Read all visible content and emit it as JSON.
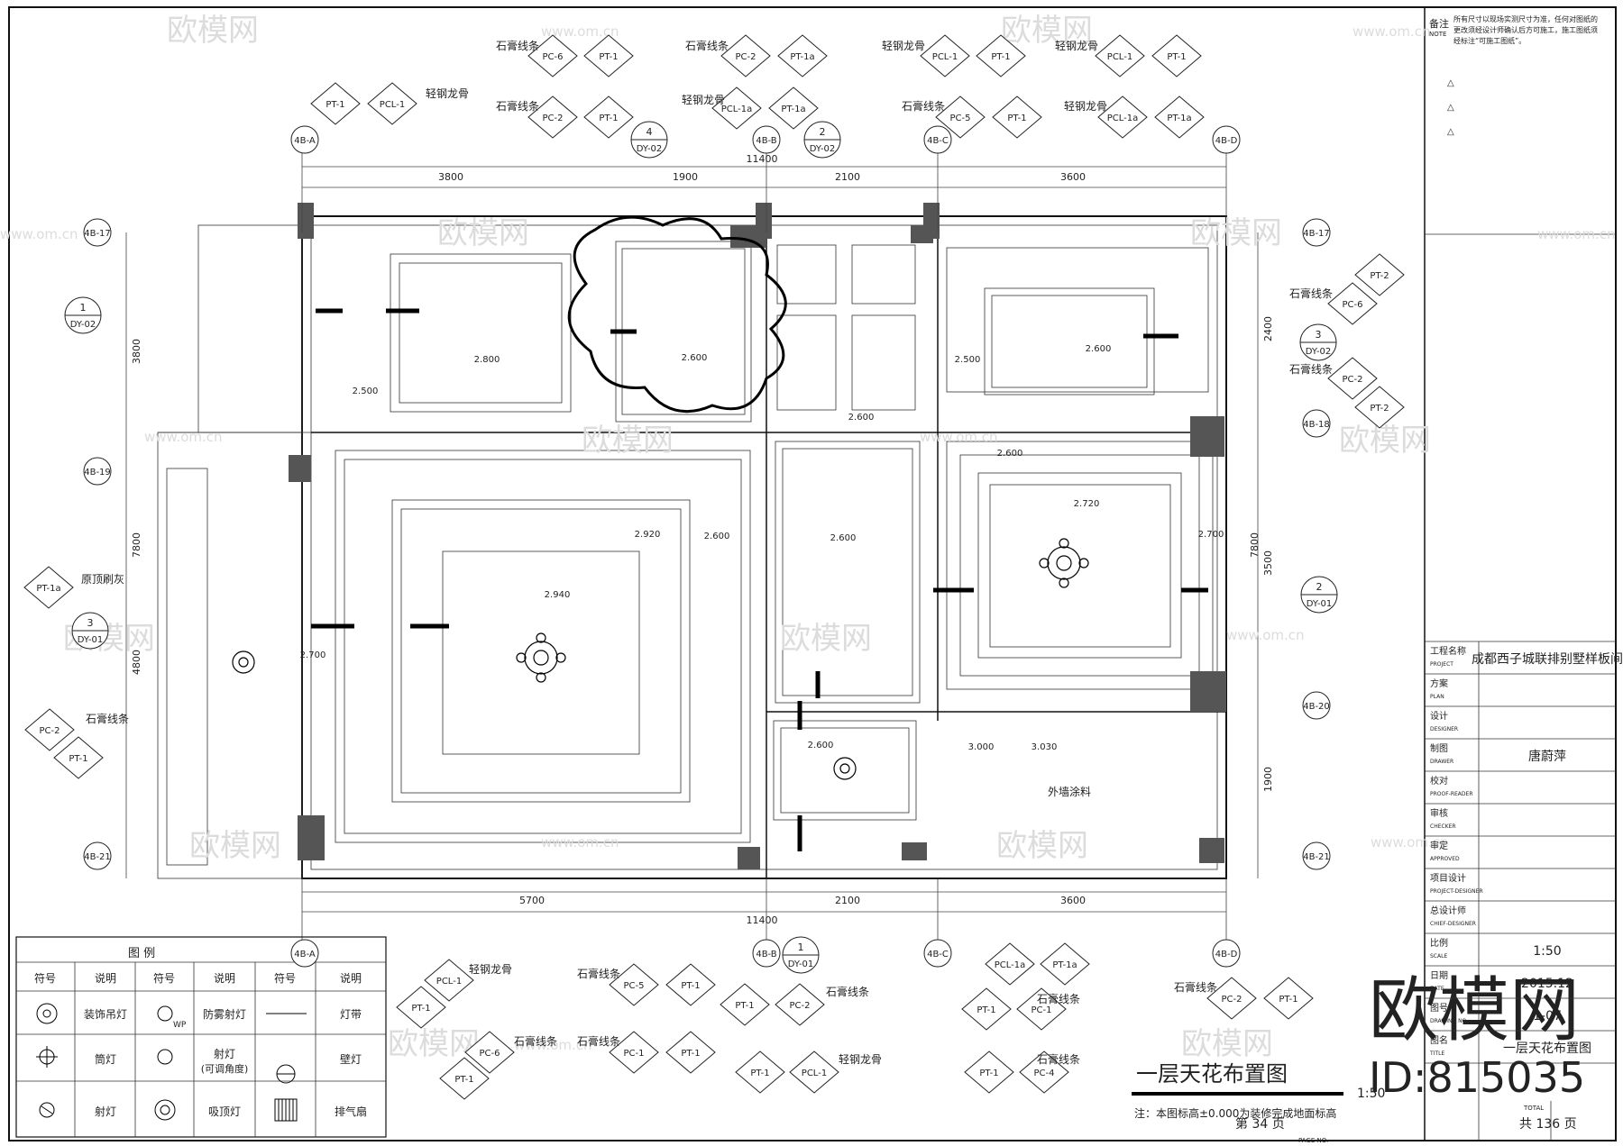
{
  "drawing": {
    "title": "一层天花布置图",
    "title_scale": "1:50",
    "note": "注：本图标高±0.000为装修完成地面标高"
  },
  "watermark": {
    "brand": "欧模网",
    "brand_large": "欧模网",
    "id": "ID:815035",
    "url": "www.om.cn"
  },
  "dimensions": {
    "top_total": "11400",
    "top": [
      "3800",
      "1900",
      "2100",
      "3600"
    ],
    "bottom_total": "11400",
    "bottom": [
      "5700",
      "2100",
      "3600"
    ],
    "left": [
      "3800",
      "7800",
      "4800"
    ],
    "right": [
      "2400",
      "3500",
      "7800",
      "1900"
    ]
  },
  "axes": {
    "top": [
      "4B-A",
      "4B-B",
      "4B-C",
      "4B-D"
    ],
    "bottom": [
      "4B-A",
      "4B-B",
      "4B-C",
      "4B-D"
    ],
    "left": [
      "4B-17",
      "4B-19",
      "4B-21"
    ],
    "right": [
      "4B-17",
      "4B-18",
      "4B-20",
      "4B-21"
    ]
  },
  "sections": [
    {
      "num": "4",
      "ref": "DY-02"
    },
    {
      "num": "2",
      "ref": "DY-02"
    },
    {
      "num": "1",
      "ref": "DY-02"
    },
    {
      "num": "3",
      "ref": "DY-02"
    },
    {
      "num": "3",
      "ref": "DY-01"
    },
    {
      "num": "2",
      "ref": "DY-01"
    },
    {
      "num": "1",
      "ref": "DY-01"
    }
  ],
  "heights": [
    "2.800",
    "2.600",
    "2.500",
    "2.600",
    "2.500",
    "2.600",
    "2.920",
    "2.600",
    "2.940",
    "2.600",
    "2.700",
    "2.600",
    "2.720",
    "2.700",
    "2.600",
    "3.000",
    "3.030"
  ],
  "labels": {
    "gypsum_line": "石膏线条",
    "steel_keel": "轻钢龙骨",
    "original_top": "原顶刷灰",
    "exterior_paint": "外墙涂料",
    "wp": "WP"
  },
  "tags": {
    "top": [
      "PT-1",
      "PCL-1",
      "PC-6",
      "PT-1",
      "PC-2",
      "PT-1",
      "PC-2",
      "PT-1a",
      "PCL-1a",
      "PT-1a",
      "PCL-1",
      "PT-1",
      "PC-5",
      "PT-1",
      "PCL-1",
      "PT-1",
      "PCL-1a",
      "PT-1a"
    ],
    "right": [
      "PT-2",
      "PC-6",
      "PC-2",
      "PT-2"
    ],
    "left": [
      "PT-1a",
      "PC-2",
      "PT-1"
    ],
    "bottom": [
      "PCL-1",
      "PT-1",
      "PC-6",
      "PT-1",
      "PC-5",
      "PT-1",
      "PC-1",
      "PT-1",
      "PT-1",
      "PC-2",
      "PT-1",
      "PCL-1",
      "PCL-1a",
      "PT-1a",
      "PT-1",
      "PC-1",
      "PT-1",
      "PC-4",
      "PC-2",
      "PT-1"
    ]
  },
  "legend": {
    "title": "图  例",
    "headers": [
      "符号",
      "说明",
      "符号",
      "说明",
      "符号",
      "说明"
    ],
    "rows": [
      [
        "装饰吊灯",
        "防雾射灯",
        "灯带"
      ],
      [
        "筒灯",
        "射灯(可调角度)",
        "壁灯"
      ],
      [
        "射灯",
        "吸顶灯",
        "排气扇"
      ]
    ]
  },
  "title_block": {
    "note_label": "备注",
    "note_label_en": "NOTE",
    "note_text": "所有尺寸以现场实测尺寸为准，任何对图纸的更改须经设计师确认后方可施工，施工图纸须经标注“可施工图纸”。",
    "revisions": [
      "△",
      "△",
      "△"
    ],
    "rows": [
      {
        "cn": "工程名称",
        "en": "PROJECT",
        "value": "成都西子城联排别墅样板间"
      },
      {
        "cn": "方案",
        "en": "PLAN",
        "value": ""
      },
      {
        "cn": "设计",
        "en": "DESIGNER",
        "value": ""
      },
      {
        "cn": "制图",
        "en": "DRAWER",
        "value": "唐蔚萍"
      },
      {
        "cn": "校对",
        "en": "PROOF-READER",
        "value": ""
      },
      {
        "cn": "审核",
        "en": "CHECKER",
        "value": ""
      },
      {
        "cn": "审定",
        "en": "APPROVED",
        "value": ""
      },
      {
        "cn": "项目设计",
        "en": "PROJECT-DESIGNER",
        "value": ""
      },
      {
        "cn": "总设计师",
        "en": "CHIEF-DESIGNER",
        "value": ""
      },
      {
        "cn": "比例",
        "en": "SCALE",
        "value": "1:50"
      },
      {
        "cn": "日期",
        "en": "DATE",
        "value": "2015.12"
      },
      {
        "cn": "图号",
        "en": "DRAWING NO.",
        "value": "1-07"
      },
      {
        "cn": "图名",
        "en": "TITLE",
        "value": "一层天花布置图"
      }
    ],
    "page_label": "第 34 页",
    "page_en": "PAGE NO.",
    "total_label": "共 136 页",
    "total_en": "TOTAL"
  }
}
